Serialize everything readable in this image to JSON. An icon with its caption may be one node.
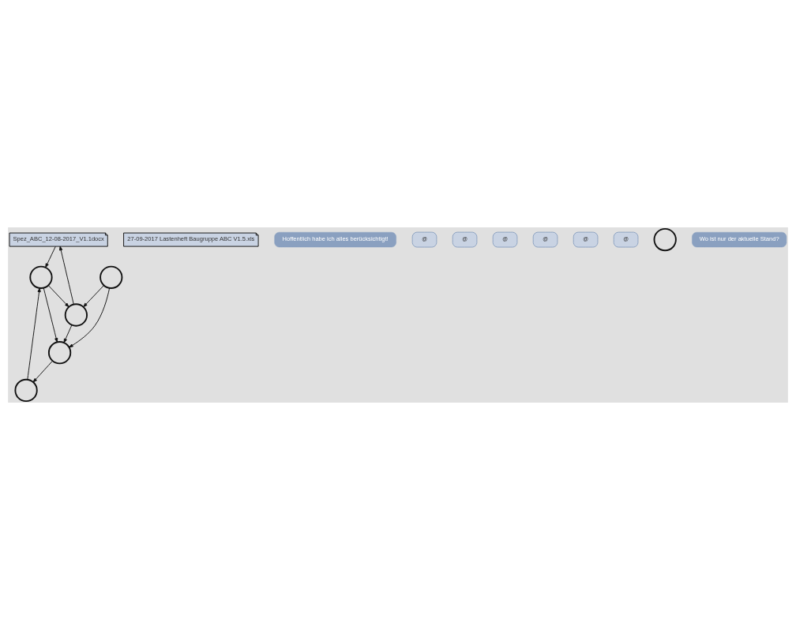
{
  "diagram": {
    "nodes": [
      {
        "text": [
          "Spez_ABC_12-08-2017_V1.1docx"
        ]
      },
      {
        "text": [
          "27-09-2017 Lastenheft Baugruppe ABC V1.5.xls"
        ]
      },
      {
        "text": [],
        "shape": "person"
      },
      {
        "text": [
          "Hoffentlich habe ich alles berücksichtigt!"
        ]
      },
      {
        "text": [
          "@"
        ]
      },
      {
        "text": [
          "@"
        ]
      },
      {
        "text": [],
        "shape": "person"
      },
      {
        "text": [],
        "shape": "person"
      },
      {
        "text": [
          "@"
        ]
      },
      {
        "text": [
          "@"
        ]
      },
      {
        "text": [
          "@"
        ]
      },
      {
        "text": [
          "@"
        ]
      },
      {
        "text": [],
        "shape": "person"
      },
      {
        "text": [
          "Wo ist nur der aktuelle Stand?"
        ]
      },
      {
        "text": [],
        "shape": "person"
      },
      {
        "text": [],
        "shape": "person"
      }
    ],
    "edges": [
      {
        "from": 0,
        "to": 6,
        "arrow": "to"
      },
      {
        "from": 2,
        "to": 0,
        "arrow": "to"
      },
      {
        "from": 6,
        "to": 2,
        "arrow": "to"
      },
      {
        "from": 6,
        "to": 7,
        "arrow": "to"
      },
      {
        "from": 2,
        "to": 7,
        "arrow": "to"
      },
      {
        "from": 7,
        "to": 14,
        "arrow": "to"
      },
      {
        "from": 14,
        "to": 6,
        "arrow": "to"
      },
      {
        "from": 15,
        "to": 2,
        "arrow": "to"
      },
      {
        "from": 15,
        "to": 7,
        "arrow": "to"
      }
    ]
  }
}
